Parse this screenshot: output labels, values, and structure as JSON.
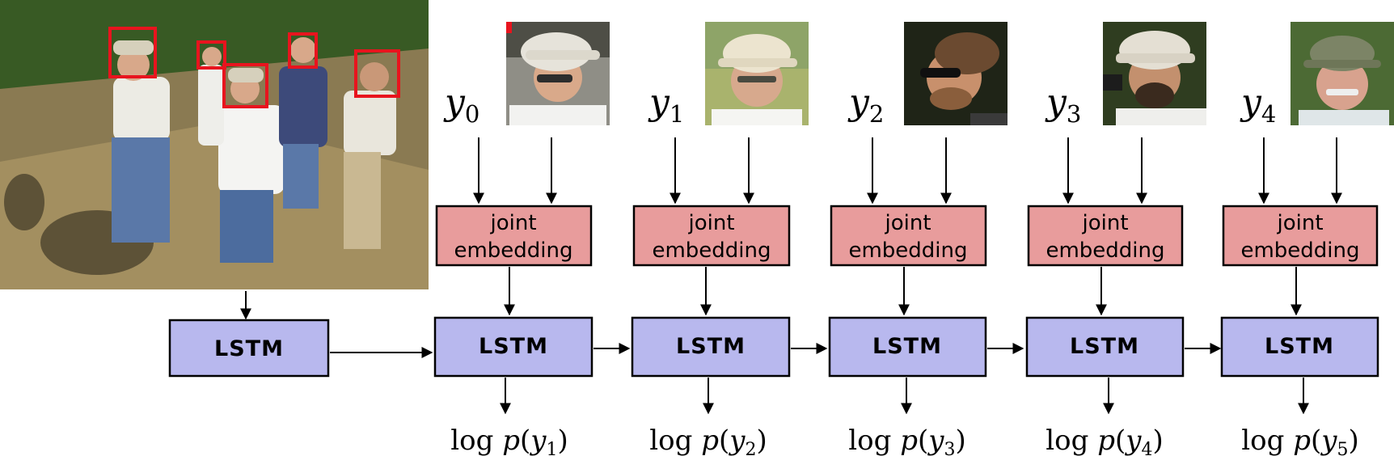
{
  "diagram": {
    "joint_label_line1": "joint",
    "joint_label_line2": "embedding",
    "lstm_label": "LSTM",
    "colors": {
      "joint_fill": "#e89c9c",
      "lstm_fill": "#b8b8ee",
      "detection_box": "#e8141e",
      "arrow": "#000000"
    },
    "steps": [
      {
        "input_sub": "0",
        "output_sub": "1",
        "face_icon": "face-white-cap-sunglasses"
      },
      {
        "input_sub": "1",
        "output_sub": "2",
        "face_icon": "face-safari-hat-glasses"
      },
      {
        "input_sub": "2",
        "output_sub": "3",
        "face_icon": "face-sunglasses-beard"
      },
      {
        "input_sub": "3",
        "output_sub": "4",
        "face_icon": "face-bucket-hat-camera"
      },
      {
        "input_sub": "4",
        "output_sub": "5",
        "face_icon": "face-older-man-hat"
      }
    ]
  }
}
